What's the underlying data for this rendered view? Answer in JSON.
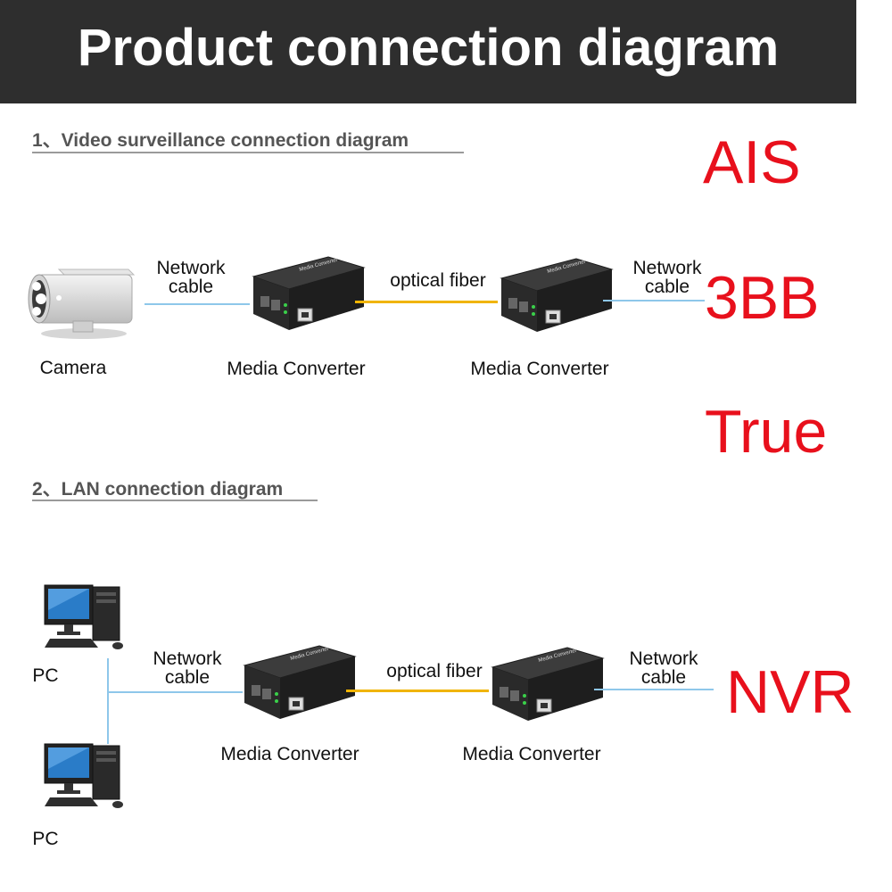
{
  "header": {
    "title": "Product connection diagram"
  },
  "section1": {
    "title": "1、Video surveillance connection diagram",
    "left_cable": [
      "Network",
      "cable"
    ],
    "fiber_label": "optical fiber",
    "right_cable": [
      "Network",
      "cable"
    ],
    "camera_label": "Camera",
    "converter_left_label": "Media Converter",
    "converter_right_label": "Media Converter"
  },
  "section2": {
    "title": "2、LAN connection diagram",
    "pc_top_label": "PC",
    "pc_bottom_label": "PC",
    "left_cable": [
      "Network",
      "cable"
    ],
    "fiber_label": "optical fiber",
    "right_cable": [
      "Network",
      "cable"
    ],
    "converter_left_label": "Media Converter",
    "converter_right_label": "Media Converter"
  },
  "overlay": {
    "ais": "AIS",
    "bb": "3BB",
    "true": "True",
    "nvr": "NVR"
  },
  "device_text": "Media Converter",
  "colors": {
    "banner": "#2e2e2e",
    "red": "#e8101c",
    "network_line": "#8ec7ea",
    "fiber_line": "#f0b400"
  }
}
